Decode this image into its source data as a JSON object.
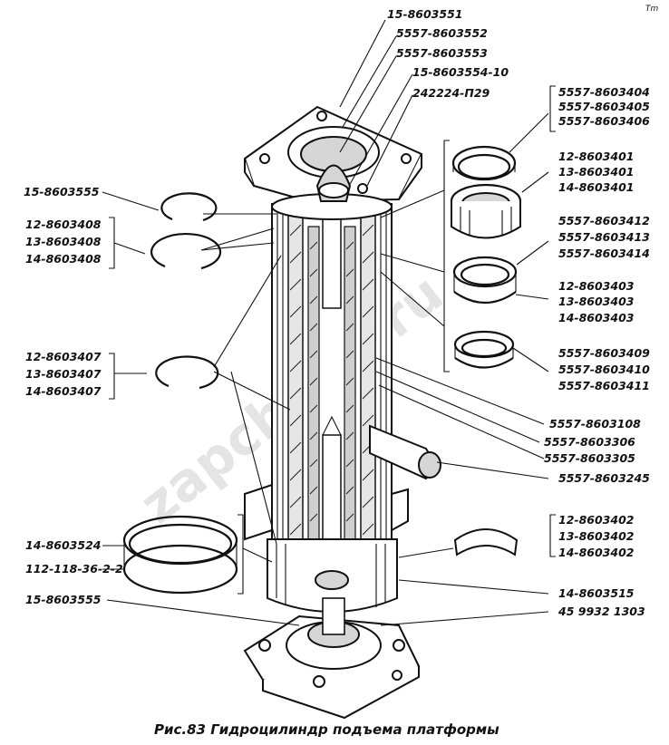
{
  "caption": "Рис.83 Гидроцилиндр подъема платформы",
  "watermark": "zapchasti.ru",
  "corner_mark": "Tm",
  "callouts": {
    "top": [
      "15-8603551",
      "5557-8603552",
      "5557-8603553",
      "15-8603554-10",
      "242224-П29"
    ],
    "right_ring_1": [
      "5557-8603404",
      "5557-8603405",
      "5557-8603406"
    ],
    "right_bushing": [
      "12-8603401",
      "13-8603401",
      "14-8603401"
    ],
    "right_ring_2": [
      "5557-8603412",
      "5557-8603413",
      "5557-8603414"
    ],
    "right_ring_3": [
      "12-8603403",
      "13-8603403",
      "14-8603403"
    ],
    "right_ring_4": [
      "5557-8603409",
      "5557-8603410",
      "5557-8603411"
    ],
    "right_singles": [
      "5557-8603108",
      "5557-8603306",
      "5557-8603305",
      "5557-8603245"
    ],
    "right_half_ring": [
      "12-8603402",
      "13-8603402",
      "14-8603402"
    ],
    "right_bottom": [
      "14-8603515",
      "45 9932 1303"
    ],
    "left_snap_1": [
      "15-8603555"
    ],
    "left_snap_2": [
      "12-8603408",
      "13-8603408",
      "14-8603408"
    ],
    "left_snap_3": [
      "12-8603407",
      "13-8603407",
      "14-8603407"
    ],
    "left_bottom_rings": [
      "14-8603524",
      "112-118-36-2-2"
    ],
    "left_bottom": [
      "15-8603555"
    ]
  }
}
